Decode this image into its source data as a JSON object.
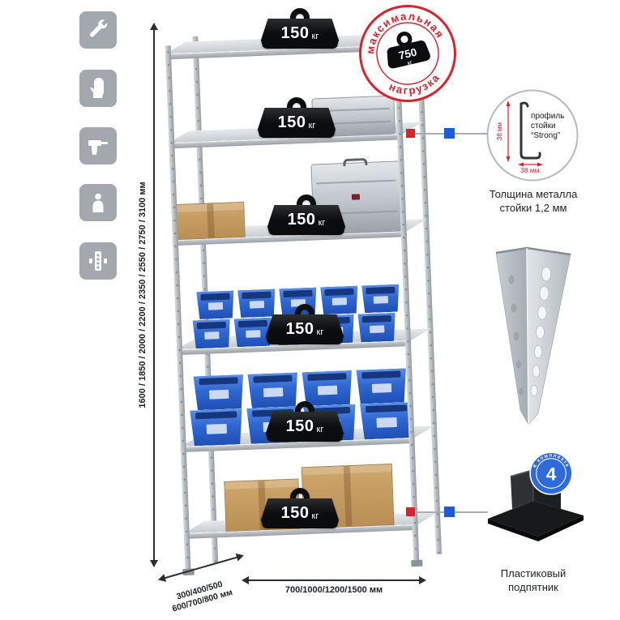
{
  "colors": {
    "accent_red": "#d6232e",
    "connector_blue": "#1f5bd8",
    "badge_blue": "#2e6bd9",
    "metal_gray": "#b7bdc2",
    "bin_blue": "#2f67d2",
    "cardboard": "#c79e62",
    "icon_gray": "#a2a8ad"
  },
  "sidebar_icons": [
    {
      "name": "wrench-icon"
    },
    {
      "name": "gloves-icon"
    },
    {
      "name": "drill-icon"
    },
    {
      "name": "person-icon"
    },
    {
      "name": "rack-profile-icon"
    }
  ],
  "dimensions": {
    "height": "1600 / 1850 / 2000 / 2200 / 2350 / 2550 / 2750 / 3100 мм",
    "depth_line1": "300/400/500",
    "depth_line2": "600/700/800 мм",
    "width": "700/1000/1200/1500 мм"
  },
  "rack": {
    "shelves": [
      {
        "weight_value": "150",
        "weight_unit": "кг"
      },
      {
        "weight_value": "150",
        "weight_unit": "кг"
      },
      {
        "weight_value": "150",
        "weight_unit": "кг"
      },
      {
        "weight_value": "150",
        "weight_unit": "кг"
      },
      {
        "weight_value": "150",
        "weight_unit": "кг"
      },
      {
        "weight_value": "150",
        "weight_unit": "кг"
      }
    ]
  },
  "stamp": {
    "arc_top": "максимальная",
    "arc_bottom": "нагрузка",
    "weight_value": "750",
    "weight_unit": "кг"
  },
  "profile_detail": {
    "line1": "профиль",
    "line2": "стойки",
    "line3": "“Strong”",
    "dim_vertical": "38 мм",
    "dim_horizontal": "38 мм.",
    "caption_line1": "Толщина металла",
    "caption_line2": "стойки 1,2 мм"
  },
  "foot": {
    "badge_number": "4",
    "badge_text": "в комплекте",
    "caption_line1": "Пластиковый",
    "caption_line2": "подпятник"
  }
}
